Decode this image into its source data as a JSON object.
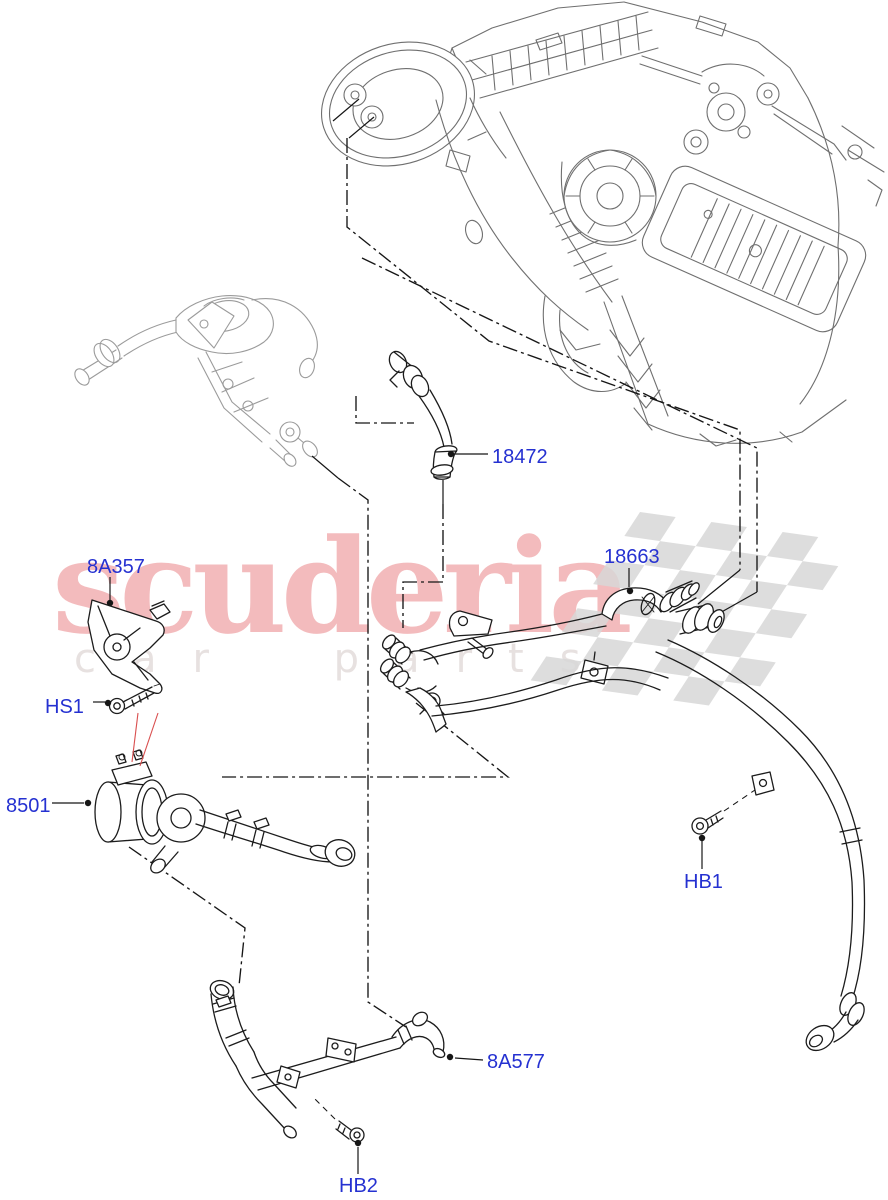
{
  "watermark": {
    "brand": "scuderia",
    "sub": "car parts"
  },
  "labels": {
    "p8A357": {
      "text": "8A357"
    },
    "pHS1": {
      "text": "HS1"
    },
    "p8501": {
      "text": "8501"
    },
    "p18472": {
      "text": "18472"
    },
    "p18663": {
      "text": "18663"
    },
    "pHB1": {
      "text": "HB1"
    },
    "p8A577": {
      "text": "8A577"
    },
    "pHB2": {
      "text": "HB2"
    }
  },
  "colors": {
    "label_blue": "#2531d1",
    "leader_red": "#d94f4f",
    "watermark_pink": "#f3b6b8",
    "watermark_sub_gray": "#e7e1e0",
    "flag_gray": "#d7d7d7",
    "part_line_black": "#1c1c1c",
    "reference_gray_dark": "#6f6f6f",
    "reference_gray_light": "#9b9b9b"
  }
}
